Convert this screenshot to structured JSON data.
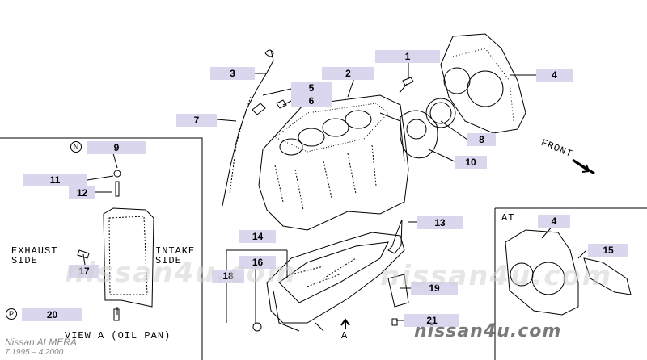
{
  "callouts": {
    "c1": "1",
    "c2": "2",
    "c3": "3",
    "c4": "4",
    "c4b": "4",
    "c5": "5",
    "c6": "6",
    "c7": "7",
    "c8": "8",
    "c9": "9",
    "c10": "10",
    "c11": "11",
    "c12": "12",
    "c13": "13",
    "c14": "14",
    "c15": "15",
    "c16": "16",
    "c17": "17",
    "c18": "18",
    "c19": "19",
    "c20": "20",
    "c21": "21"
  },
  "labels": {
    "exhaust_side": "EXHAUST\nSIDE",
    "intake_side": "INTAKE\nSIDE",
    "view_a": "VIEW A (OIL PAN)",
    "front": "FRONT",
    "at": "AT",
    "arrow_a": "A",
    "marker_n": "N",
    "marker_p": "P"
  },
  "watermark": {
    "main": "nissan4u.com",
    "sub": "nissan4u.com"
  },
  "model": {
    "name": "Nissan  ALMERA",
    "dates": "7.1995  –  4.2000"
  }
}
